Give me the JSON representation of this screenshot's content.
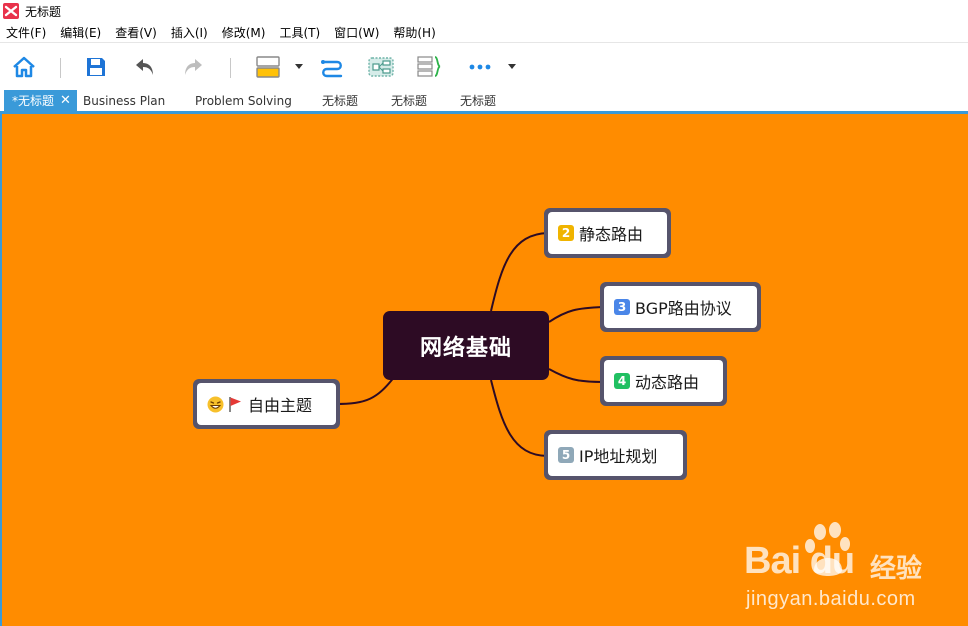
{
  "window": {
    "title": "无标题"
  },
  "menu": [
    "文件(F)",
    "编辑(E)",
    "查看(V)",
    "插入(I)",
    "修改(M)",
    "工具(T)",
    "窗口(W)",
    "帮助(H)"
  ],
  "tabs": [
    {
      "label": "*无标题",
      "active": true
    },
    {
      "label": "Business Plan",
      "active": false
    },
    {
      "label": "Problem Solving",
      "active": false
    },
    {
      "label": "无标题",
      "active": false
    },
    {
      "label": "无标题",
      "active": false
    },
    {
      "label": "无标题",
      "active": false
    }
  ],
  "colors": {
    "canvas": "#ff8c00",
    "root": "#2d0b24",
    "topic_border": "#56546c",
    "accent": "#3a9ad9",
    "badge_2": "#f0b400",
    "badge_3": "#4a86e8",
    "badge_4": "#21c062",
    "badge_5": "#8fa8b8"
  },
  "toolbar": {
    "icons": [
      "home-icon",
      "save-icon",
      "undo-icon",
      "redo-icon",
      "layout-icon",
      "relationship-icon",
      "boundary-icon",
      "summary-icon",
      "more-icon"
    ]
  },
  "mindmap": {
    "root": "网络基础",
    "topics": [
      {
        "badge": "2",
        "label": "静态路由"
      },
      {
        "badge": "3",
        "label": "BGP路由协议"
      },
      {
        "badge": "4",
        "label": "动态路由"
      },
      {
        "badge": "5",
        "label": "IP地址规划"
      }
    ],
    "floating": {
      "label": "自由主题",
      "icons": [
        "grin-emoji-icon",
        "red-flag-icon"
      ]
    }
  },
  "watermark": {
    "brand_text": "Bai du",
    "brand_suffix": "经验",
    "url": "jingyan.baidu.com"
  }
}
